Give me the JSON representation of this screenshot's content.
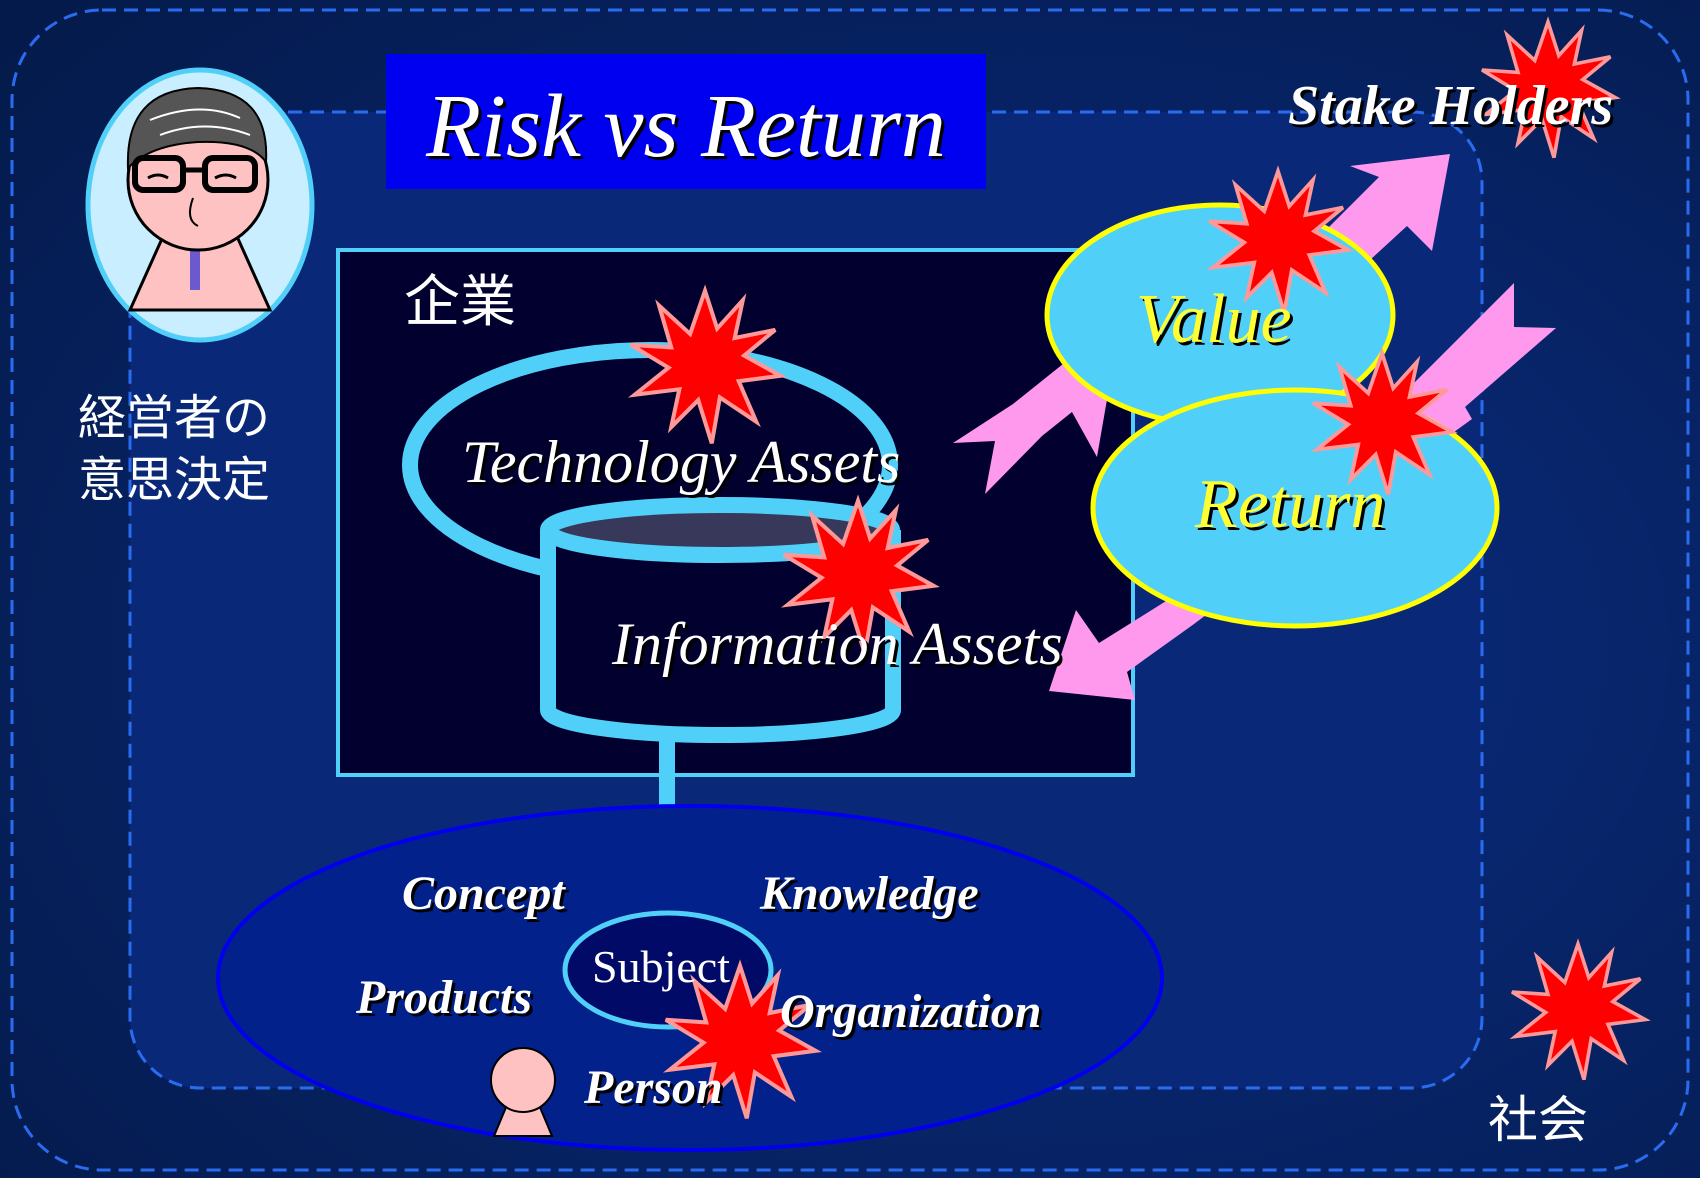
{
  "title": "Risk vs Return",
  "stakeholders_label": "Stake Holders",
  "executive_label_line1": "経営者の",
  "executive_label_line2": "意思決定",
  "enterprise_label": "企業",
  "technology_assets_label": "Technology Assets",
  "information_assets_label": "Information Assets",
  "value_label": "Value",
  "return_label": "Return",
  "subject_label": "Subject",
  "concept_label": "Concept",
  "knowledge_label": "Knowledge",
  "products_label": "Products",
  "organization_label": "Organization",
  "person_label": "Person",
  "society_label": "社会",
  "colors": {
    "background": "#031a48",
    "title_box": "#0000f0",
    "light_blue": "#50d0f8",
    "pink_arrow": "#ff99ee",
    "risk_star": "#ff0000",
    "text_yellow": "#ffff33"
  }
}
